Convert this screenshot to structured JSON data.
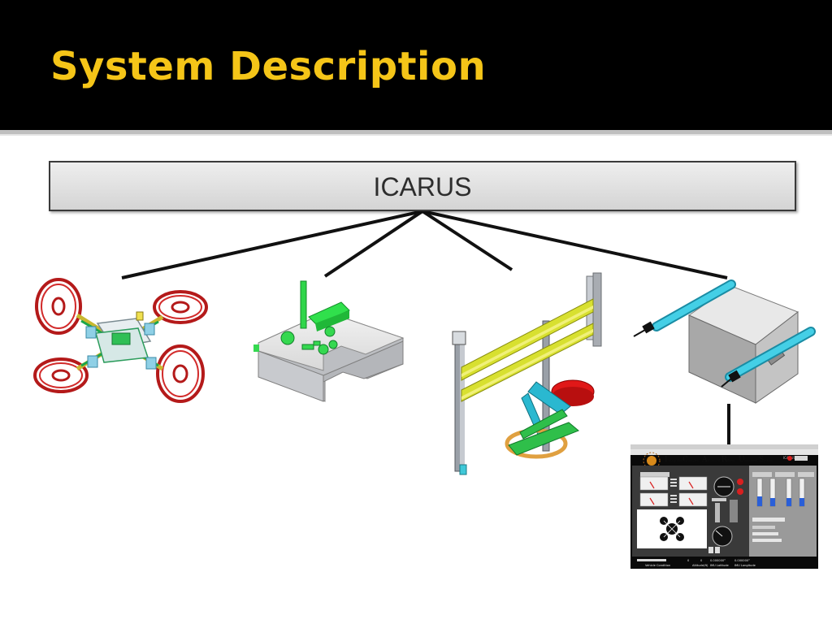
{
  "slide": {
    "title": "System Description"
  },
  "diagram": {
    "root": {
      "label": "ICARUS"
    },
    "children": [
      {
        "icon": "quadrotor-icon"
      },
      {
        "icon": "ground-station-icon"
      },
      {
        "icon": "test-stand-icon"
      },
      {
        "icon": "payload-box-icon"
      }
    ],
    "gui_panel": {
      "initials": [
        "I",
        "C",
        "A",
        "R",
        "U",
        "S"
      ],
      "words": [
        "ntegrated",
        "omplex",
        "dvanced",
        "obotic",
        "nmanned",
        "ystem"
      ],
      "bottom_fields": [
        "Vehicle Condition",
        "0",
        "0",
        "0.000000°",
        "0.000000°"
      ],
      "bottom_labels": [
        "Altitude(ft)",
        "IMU Latitude",
        "IMU Longitude"
      ]
    }
  },
  "colors": {
    "header_bg": "#000000",
    "title": "#f5c518",
    "connector": "#111111",
    "box_fill": "#dedede"
  }
}
